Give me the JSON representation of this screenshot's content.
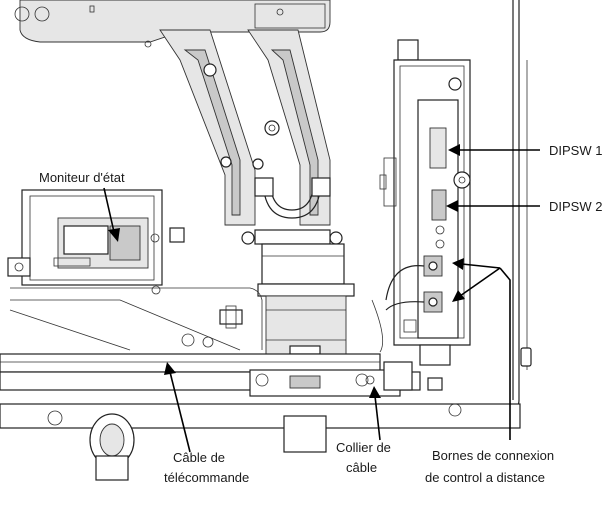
{
  "labels": {
    "moniteur": "Moniteur d'état",
    "dipsw1": "DIPSW 1",
    "dipsw2": "DIPSW 2",
    "cable_line1": "Câble de",
    "cable_line2": "télécommande",
    "collier_line1": "Collier de",
    "collier_line2": "câble",
    "bornes_line1": "Bornes de connexion",
    "bornes_line2": "de control a distance"
  },
  "colors": {
    "line": "#222222",
    "arrow": "#000000",
    "text": "#1a1a1a"
  }
}
